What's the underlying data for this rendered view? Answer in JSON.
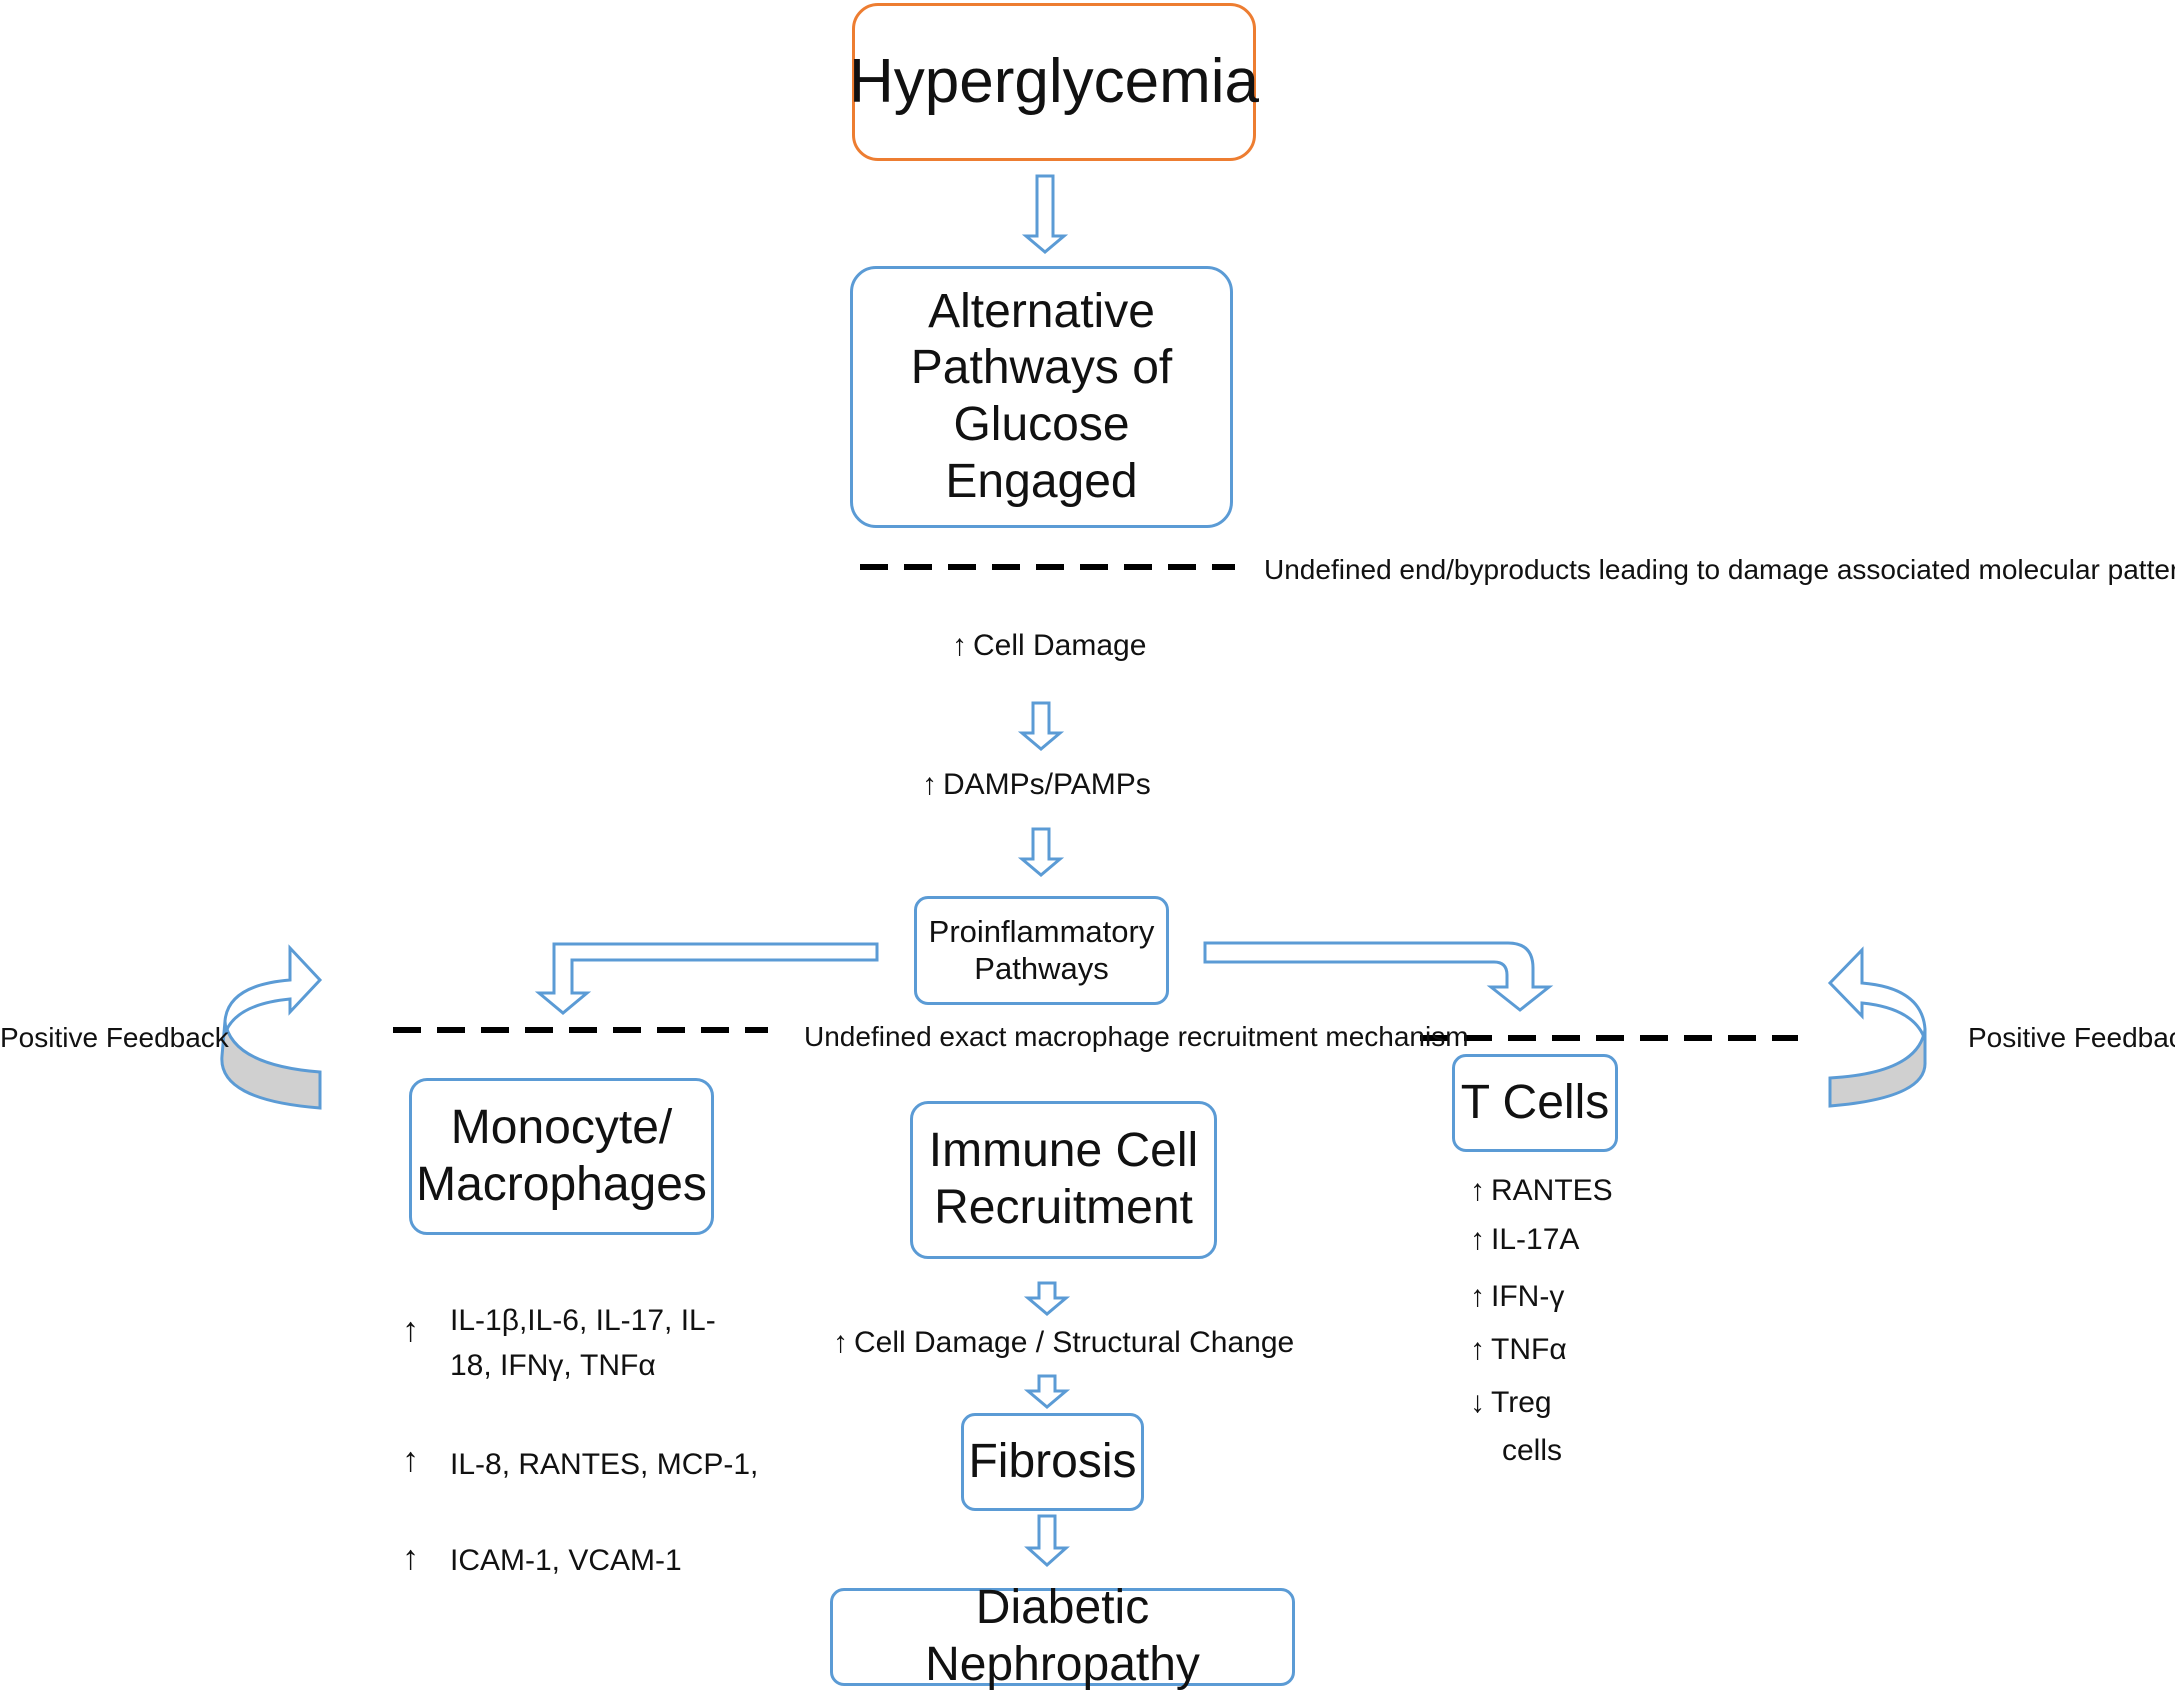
{
  "nodes": {
    "hyperglycemia": "Hyperglycemia",
    "alt_pathways": [
      "Alternative",
      "Pathways of",
      "Glucose Engaged"
    ],
    "proinflammatory": [
      "Proinflammatory",
      "Pathways"
    ],
    "monocyte": [
      "Monocyte/",
      "Macrophages"
    ],
    "immune": [
      "Immune Cell",
      "Recruitment"
    ],
    "tcells": "T Cells",
    "fibrosis": "Fibrosis",
    "nephropathy": "Diabetic Nephropathy"
  },
  "annotations": {
    "byproducts": "Undefined end/byproducts leading to damage associated molecular patterns",
    "macrophage_mech": "Undefined exact macrophage recruitment mechanism",
    "positive_feedback_left": "Positive Feedback",
    "positive_feedback_right": "Positive Feedback"
  },
  "steps": {
    "cell_damage": "Cell Damage",
    "damps": "DAMPs/PAMPs",
    "cell_damage_structural": "Cell Damage / Structural Change"
  },
  "monocyte_markers": {
    "group1": [
      "IL-1β,IL-6, IL-17, IL-",
      "18, IFNγ, TNFα"
    ],
    "group2": "IL-8, RANTES, MCP-1,",
    "group3": "ICAM-1, VCAM-1"
  },
  "tcell_markers": {
    "rantes": "RANTES",
    "il17a": "IL-17A",
    "ifng": "IFN-γ",
    "tnfa": "TNFα",
    "treg": [
      "Treg",
      "cells"
    ]
  },
  "colors": {
    "box_border": "#5b9bd5",
    "top_border": "#ed7d31",
    "arrow": "#5b9bd5",
    "feedback_fill": "#d0d0d0",
    "dash": "#000000"
  }
}
